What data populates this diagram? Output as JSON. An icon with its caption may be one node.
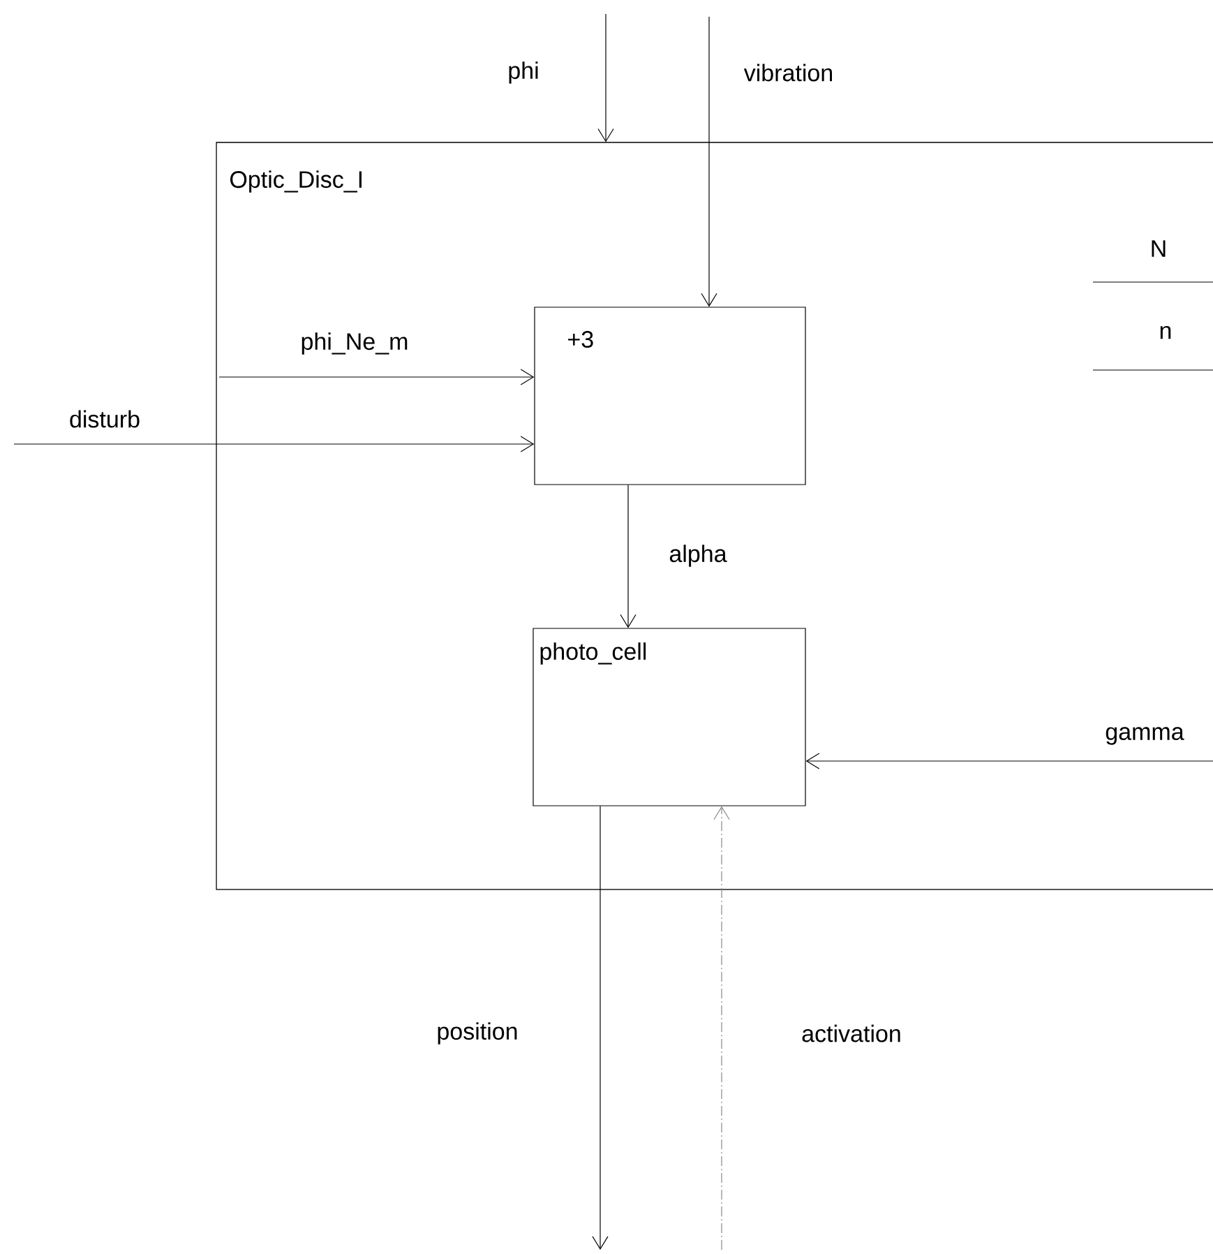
{
  "diagram": {
    "nodes": [
      {
        "text": [
          "Optic_Disc_I"
        ]
      },
      {
        "text": [
          "+3"
        ],
        "in": 0
      },
      {
        "text": [
          "photo_cell"
        ],
        "in": 0
      }
    ],
    "edges": [
      {
        "from": null,
        "to": 0,
        "arrow": "to",
        "label": "phi"
      },
      {
        "from": null,
        "to": 1,
        "arrow": "to",
        "label": "vibration"
      },
      {
        "from": null,
        "to": 1,
        "arrow": "to",
        "label": "phi_Ne_m"
      },
      {
        "from": null,
        "to": 1,
        "arrow": "to",
        "label": "disturb"
      },
      {
        "from": 1,
        "to": 2,
        "arrow": "to",
        "label": "alpha"
      },
      {
        "from": null,
        "to": 2,
        "arrow": "to",
        "label": "gamma"
      },
      {
        "from": 2,
        "to": null,
        "arrow": "to",
        "label": "position"
      },
      {
        "from": null,
        "to": 2,
        "arrow": "to",
        "label": "activation",
        "style": "dashed",
        "color": "#888888"
      }
    ],
    "labels": [
      "N",
      "n"
    ]
  }
}
